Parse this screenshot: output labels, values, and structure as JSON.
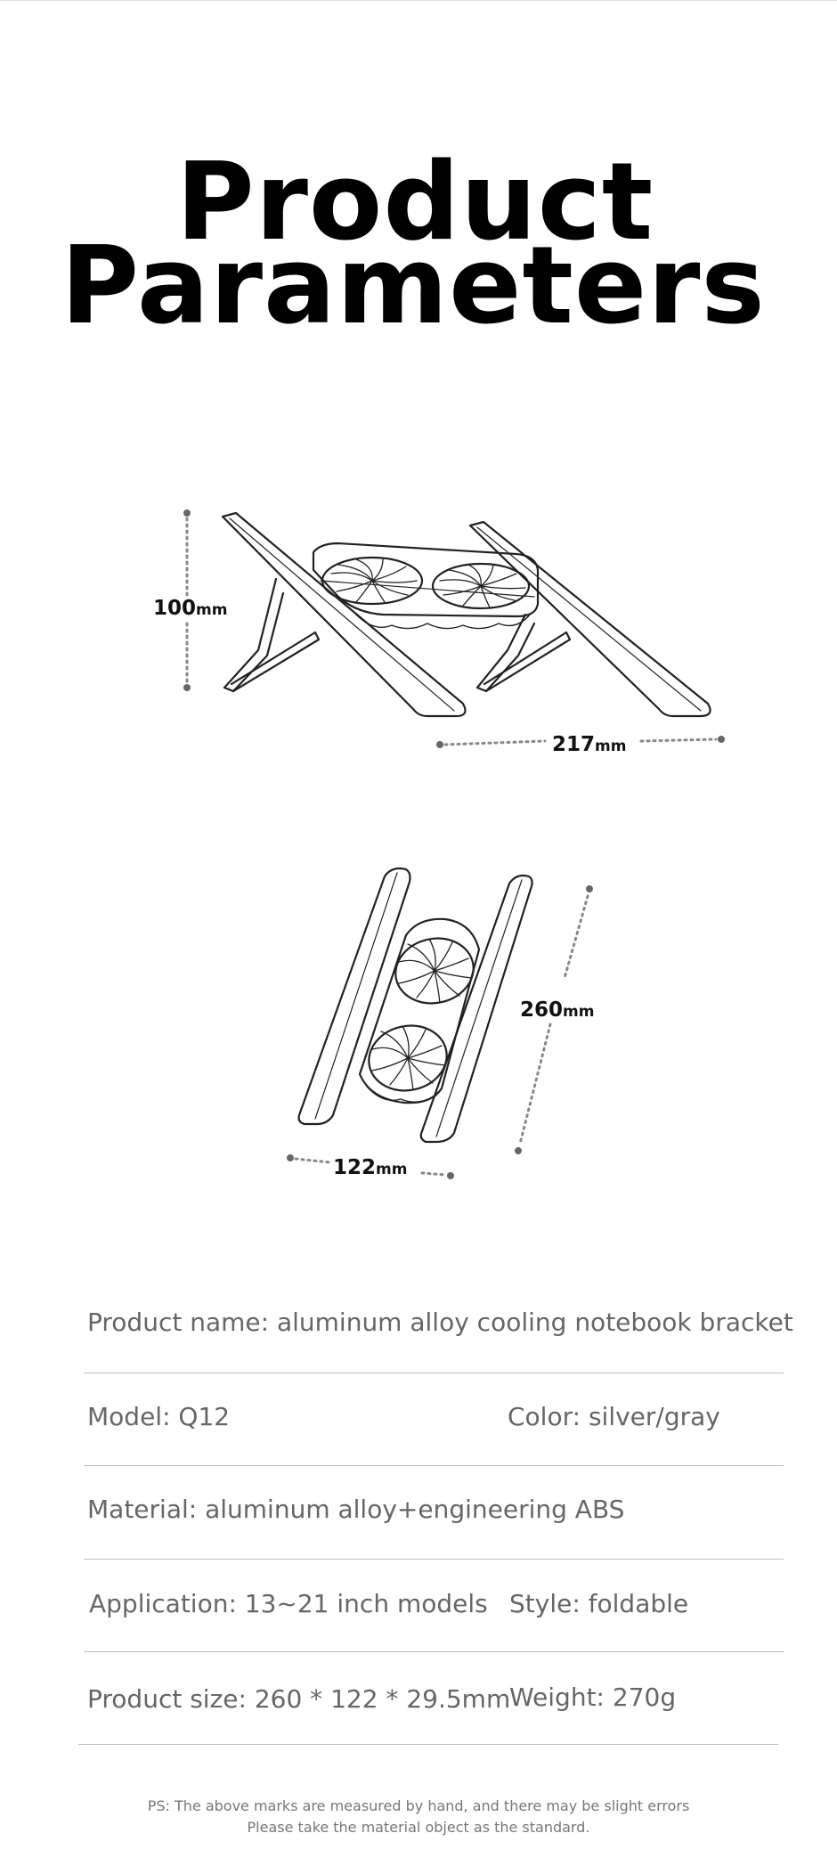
{
  "title": {
    "line1": "Product",
    "line2": "Parameters"
  },
  "dimensions": {
    "side_height": {
      "value": "100",
      "unit": "mm"
    },
    "side_depth": {
      "value": "217",
      "unit": "mm"
    },
    "top_length": {
      "value": "260",
      "unit": "mm"
    },
    "top_width": {
      "value": "122",
      "unit": "mm"
    }
  },
  "params": {
    "product_name": "Product name: aluminum alloy cooling notebook bracket",
    "model": "Model: Q12",
    "color": "Color: silver/gray",
    "material": "Material: aluminum alloy+engineering ABS",
    "application": "Application: 13~21 inch models",
    "style": "Style: foldable",
    "size": "Product size: 260 * 122 * 29.5mm",
    "weight": "Weight: 270g"
  },
  "note": {
    "line1": "PS: The above marks are measured by hand, and there may be slight errors",
    "line2": "Please take the material object as the standard."
  }
}
